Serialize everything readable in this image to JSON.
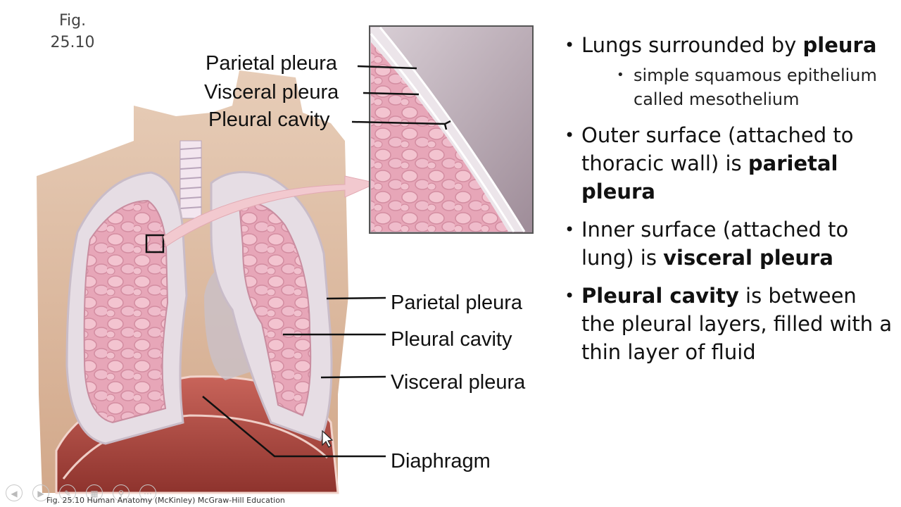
{
  "figure": {
    "label_line1": "Fig.",
    "label_line2": "25.10",
    "labels": {
      "parietal_pleura_top": "Parietal pleura",
      "visceral_pleura_top": "Visceral pleura",
      "pleural_cavity_top": "Pleural cavity",
      "parietal_pleura_right": "Parietal pleura",
      "pleural_cavity_right": "Pleural cavity",
      "visceral_pleura_right": "Visceral pleura",
      "diaphragm": "Diaphragm"
    },
    "caption": "Fig. 25.10 Human Anatomy (McKinley) McGraw-Hill Education"
  },
  "bullets": {
    "b1_text": "Lungs surrounded by ",
    "b1_bold": "pleura",
    "b1_sub": "simple squamous epithelium called mesothelium",
    "b2_text": "Outer surface (attached to thoracic wall) is ",
    "b2_bold": "parietal pleura",
    "b3_text": "Inner surface (attached to lung) is ",
    "b3_bold": "visceral pleura",
    "b4_bold": "Pleural cavity",
    "b4_text": " is between the pleural layers, filled with a thin layer of fluid"
  },
  "bullet_glyph": "•",
  "nav_icons": [
    "previous-icon",
    "next-icon",
    "pen-icon",
    "slides-icon",
    "zoom-icon",
    "more-icon"
  ],
  "colors": {
    "skin": "#d9b394",
    "lung_pink": "#e8a3b4",
    "pleura": "#e4dde3",
    "diaphragm": "#b24b42"
  }
}
